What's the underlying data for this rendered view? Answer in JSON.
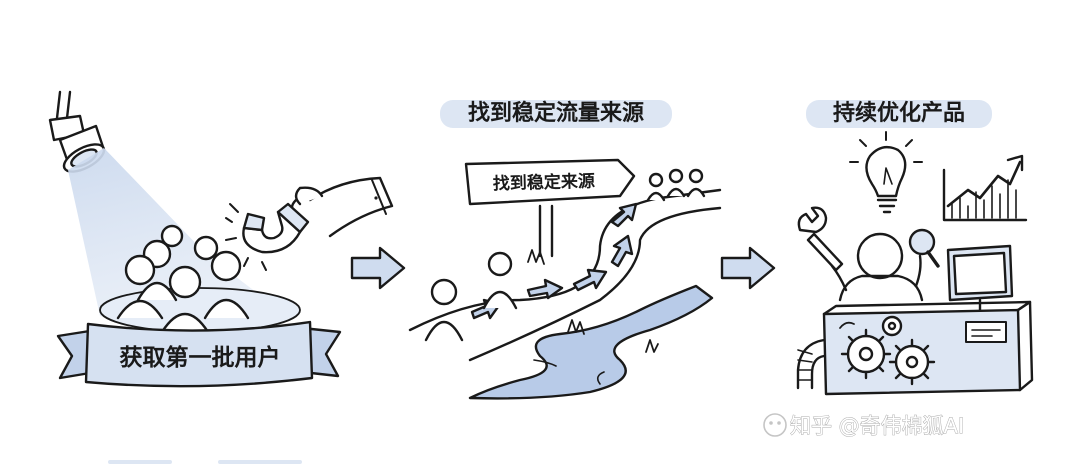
{
  "panels": {
    "panel1": {
      "banner": "获取第一批用户"
    },
    "panel2": {
      "title": "找到稳定流量来源",
      "sign": "找到稳定来源"
    },
    "panel3": {
      "title": "持续优化产品"
    }
  },
  "watermark": "知乎 @奇伟棉狐AI",
  "colors": {
    "ink": "#1a1a1a",
    "highlight": "#dde6f3",
    "light": "#cbd9ee",
    "banner": "#d6e1f1",
    "river": "#b8cbe8"
  }
}
